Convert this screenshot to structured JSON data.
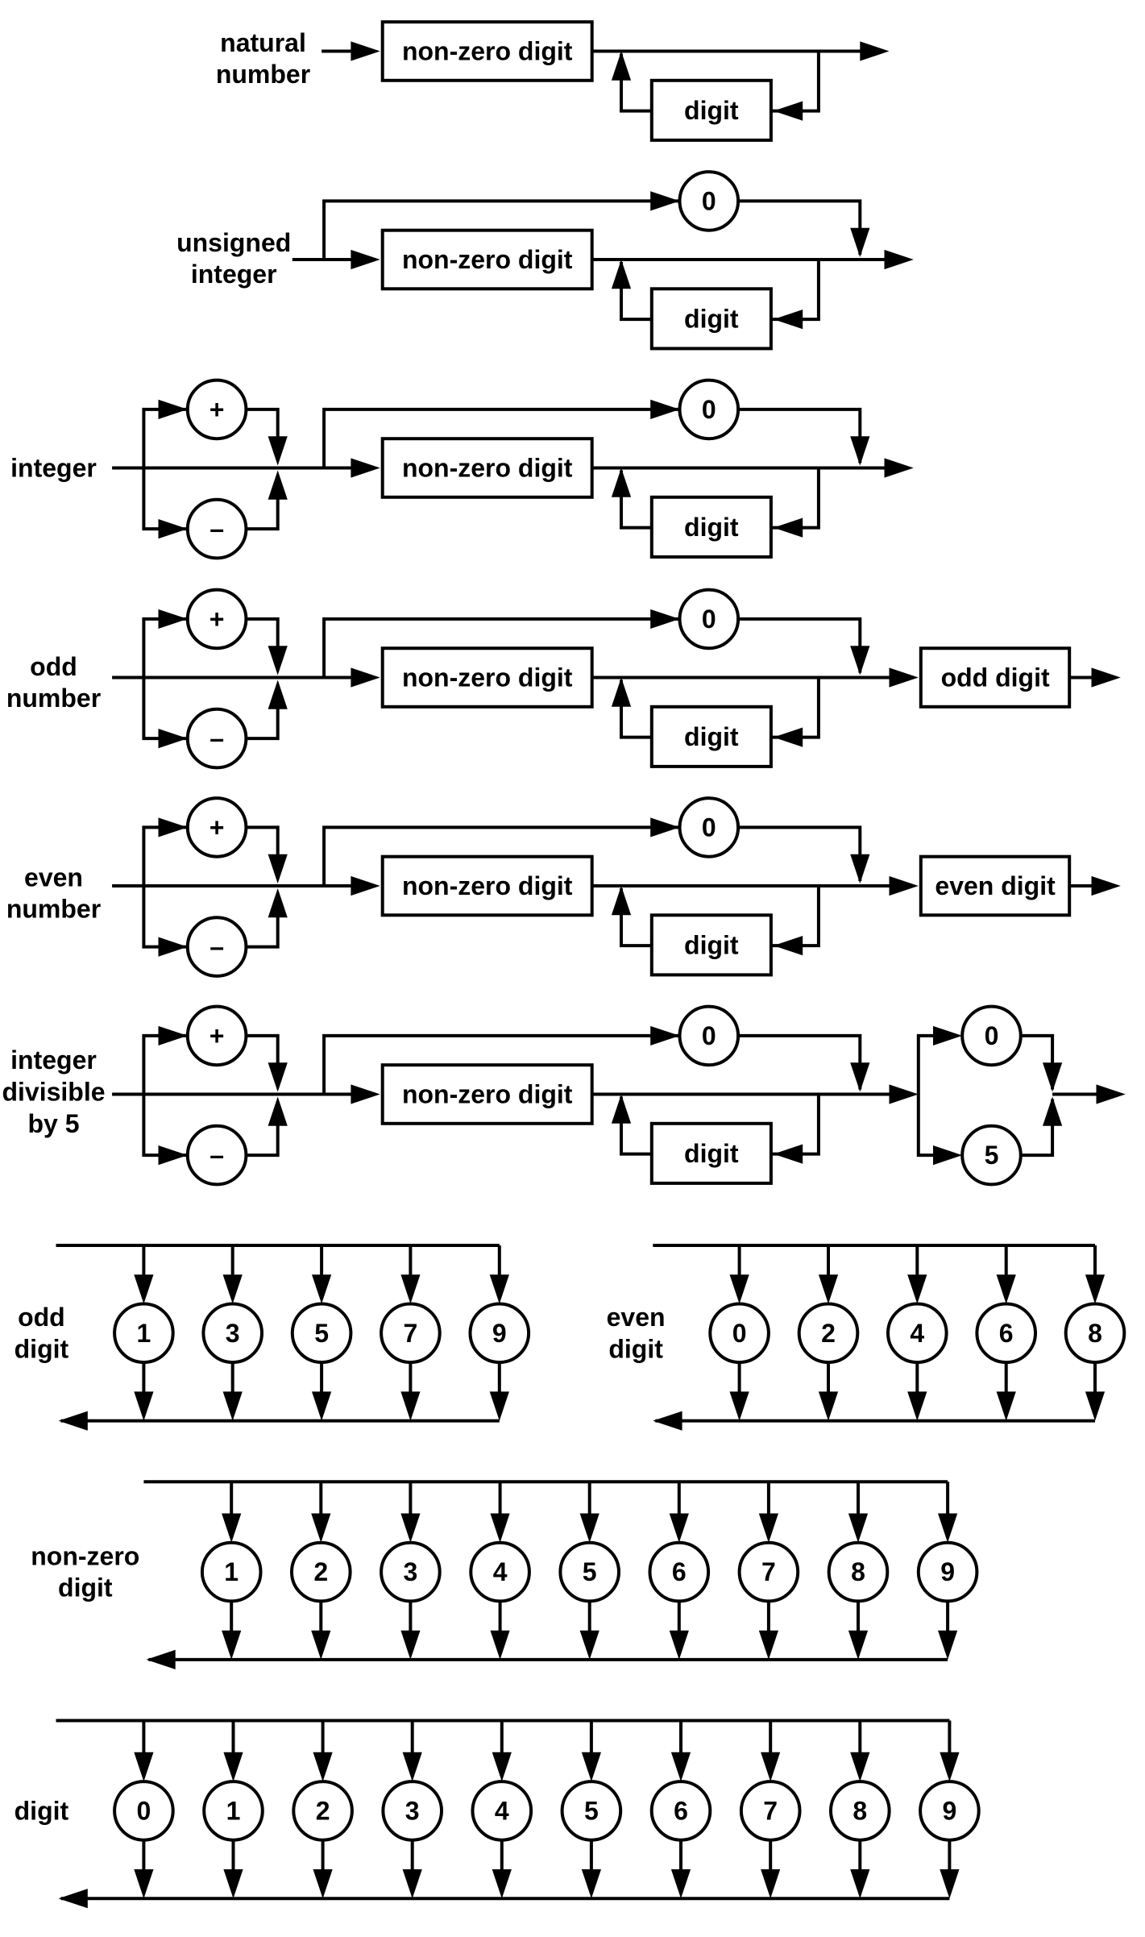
{
  "diagrams": [
    {
      "id": "natural-number",
      "label": [
        "natural",
        "number"
      ]
    },
    {
      "id": "unsigned-integer",
      "label": [
        "unsigned",
        "integer"
      ]
    },
    {
      "id": "integer",
      "label": [
        "integer"
      ]
    },
    {
      "id": "odd-number",
      "label": [
        "odd",
        "number"
      ],
      "suffix": "odd digit"
    },
    {
      "id": "even-number",
      "label": [
        "even",
        "number"
      ],
      "suffix": "even digit"
    },
    {
      "id": "integer-divisible-by-5",
      "label": [
        "integer",
        "divisible",
        "by 5"
      ],
      "suffix_terminals": [
        "0",
        "5"
      ]
    }
  ],
  "boxes": {
    "non_zero_digit": "non-zero digit",
    "digit": "digit"
  },
  "terminals": {
    "zero": "0",
    "plus": "+",
    "minus": "–"
  },
  "digit_rules": [
    {
      "id": "odd-digit",
      "label": [
        "odd",
        "digit"
      ],
      "choices": [
        "1",
        "3",
        "5",
        "7",
        "9"
      ]
    },
    {
      "id": "even-digit",
      "label": [
        "even",
        "digit"
      ],
      "choices": [
        "0",
        "2",
        "4",
        "6",
        "8"
      ]
    },
    {
      "id": "non-zero-digit",
      "label": [
        "non-zero",
        "digit"
      ],
      "choices": [
        "1",
        "2",
        "3",
        "4",
        "5",
        "6",
        "7",
        "8",
        "9"
      ]
    },
    {
      "id": "digit",
      "label": [
        "digit"
      ],
      "choices": [
        "0",
        "1",
        "2",
        "3",
        "4",
        "5",
        "6",
        "7",
        "8",
        "9"
      ]
    }
  ]
}
